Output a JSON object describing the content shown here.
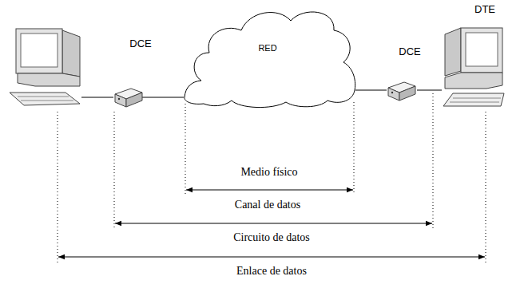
{
  "diagram": {
    "nodes": [
      {
        "text": [
          "DCE"
        ]
      },
      {
        "text": [
          "RED"
        ]
      },
      {
        "text": [
          "DCE"
        ]
      },
      {
        "text": [
          "DTE"
        ]
      }
    ],
    "edges": [
      {
        "from": 0,
        "to": 1,
        "arrow": "none"
      },
      {
        "from": 1,
        "to": 2,
        "arrow": "none"
      },
      {
        "from": 2,
        "to": 3,
        "arrow": "none"
      }
    ],
    "labels": [
      "Medio físico",
      "Canal de datos",
      "Circuito de datos",
      "Enlace de datos"
    ]
  }
}
